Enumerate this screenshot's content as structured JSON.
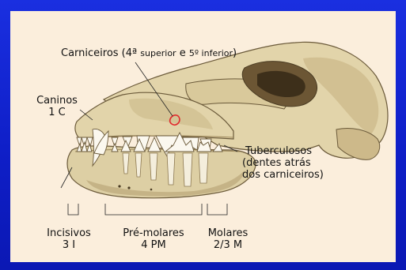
{
  "slide": {
    "labels": {
      "carniceiros_main": "Carniceiros (4ª ",
      "carniceiros_sup": "superior",
      "carniceiros_mid": " e ",
      "carniceiros_inf": "5º inferior",
      "carniceiros_end": ")",
      "caninos_name": "Caninos",
      "caninos_code": "1 C",
      "tuberculosos_name": "Tuberculosos",
      "tuberculosos_note_1": "(dentes atrás",
      "tuberculosos_note_2": "dos carniceiros)",
      "incisivos_name": "Incisivos",
      "incisivos_code": "3 I",
      "premolares_name": "Pré-molares",
      "premolares_code": "4 PM",
      "molares_name": "Molares",
      "molares_code": "2/3 M"
    },
    "colors": {
      "background": "#1a2fe0",
      "panel": "#fbeedc",
      "bone": "#e2d4aa",
      "bone_shadow": "#b59e6c",
      "outline": "#6b5a3a",
      "tooth": "#fbf8ef",
      "carnassial_highlight": "#e0282c"
    }
  }
}
